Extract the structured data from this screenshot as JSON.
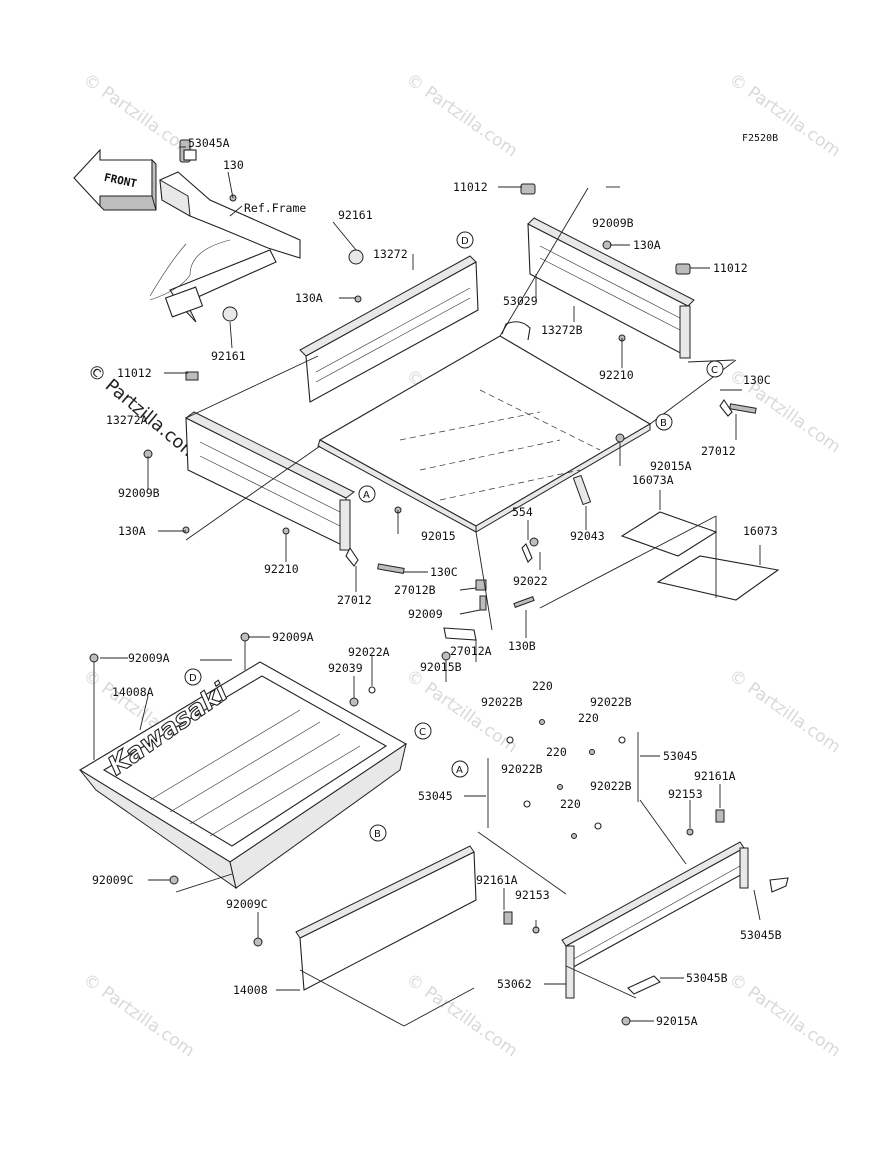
{
  "diagram_code": "F2520B",
  "front_label": "FRONT",
  "brand_text": "Kawasaki",
  "side_watermark": "© Partzilla.com",
  "watermarks": [
    "© Partzilla.com",
    "© Partzilla.com",
    "© Partzilla.com",
    "© Partzilla.com",
    "© Partzilla.com",
    "© Partzilla.com",
    "© Partzilla.com",
    "© Partzilla.com",
    "© Partzilla.com",
    "© Partzilla.com",
    "© Partzilla.com"
  ],
  "callouts": [
    "D",
    "C",
    "B",
    "A",
    "D",
    "C",
    "B",
    "A"
  ],
  "labels": [
    "53045A",
    "130",
    "Ref.Frame",
    "92161",
    "92161",
    "11012",
    "92009B",
    "130A",
    "11012",
    "13272",
    "130A",
    "53029",
    "13272B",
    "92210",
    "130C",
    "27012",
    "11012",
    "13272A",
    "92009B",
    "92015A",
    "16073A",
    "16073",
    "130A",
    "92210",
    "92015",
    "554",
    "92043",
    "92022",
    "130C",
    "27012",
    "27012B",
    "92009",
    "130B",
    "27012A",
    "92015B",
    "92009A",
    "92009A",
    "92022A",
    "92039",
    "14008A",
    "220",
    "92022B",
    "92022B",
    "220",
    "53045",
    "220",
    "92022B",
    "53045",
    "92022B",
    "220",
    "92161A",
    "92153",
    "92009C",
    "92009C",
    "92161A",
    "92153",
    "53045B",
    "14008",
    "53062",
    "53045B",
    "92015A"
  ]
}
